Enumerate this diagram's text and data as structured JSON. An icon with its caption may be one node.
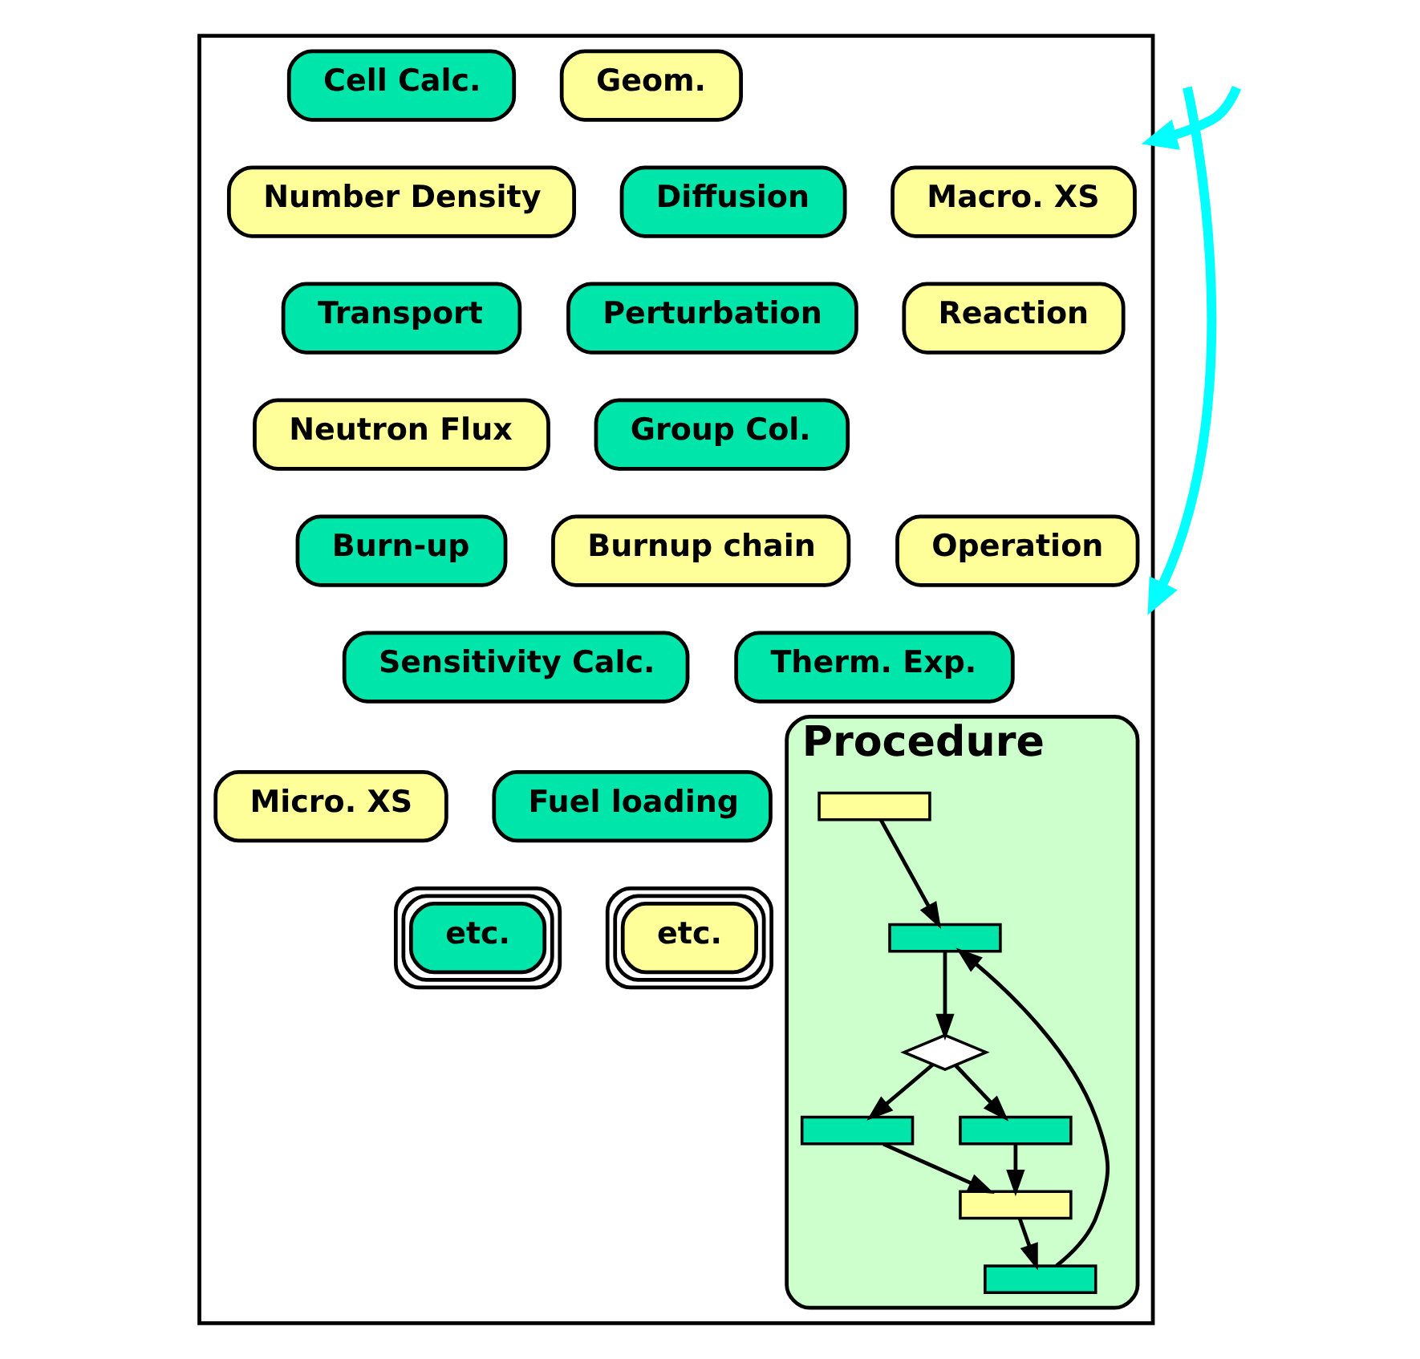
{
  "diagram": {
    "nodes": [
      {
        "text": [],
        "shape": "box"
      },
      {
        "text": [
          "Cell Calc."
        ],
        "in": 0
      },
      {
        "text": [
          "Geom."
        ],
        "in": 0
      },
      {
        "text": [
          "Number Density"
        ],
        "in": 0
      },
      {
        "text": [
          "Diffusion"
        ],
        "in": 0
      },
      {
        "text": [
          "Macro. XS"
        ],
        "in": 0
      },
      {
        "text": [
          "Transport"
        ],
        "in": 0
      },
      {
        "text": [
          "Perturbation"
        ],
        "in": 0
      },
      {
        "text": [
          "Reaction"
        ],
        "in": 0
      },
      {
        "text": [
          "Neutron Flux"
        ],
        "in": 0
      },
      {
        "text": [
          "Group Col."
        ],
        "in": 0
      },
      {
        "text": [
          "Burn-up"
        ],
        "in": 0
      },
      {
        "text": [
          "Burnup chain"
        ],
        "in": 0
      },
      {
        "text": [
          "Operation"
        ],
        "in": 0
      },
      {
        "text": [
          "Sensitivity Calc."
        ],
        "in": 0
      },
      {
        "text": [
          "Therm. Exp."
        ],
        "in": 0
      },
      {
        "text": [
          "Fuel loading"
        ],
        "in": 0
      },
      {
        "text": [
          "Procedure"
        ],
        "in": 0
      },
      {
        "text": [],
        "shape": "box",
        "in": 17
      },
      {
        "text": [],
        "shape": "box",
        "in": 17
      },
      {
        "text": [],
        "shape": "diamond",
        "in": 17
      },
      {
        "text": [],
        "shape": "box",
        "in": 17
      },
      {
        "text": [],
        "shape": "box",
        "in": 17
      },
      {
        "text": [],
        "shape": "box",
        "in": 17
      },
      {
        "text": [],
        "shape": "box",
        "in": 17
      },
      {
        "text": [
          "Micro. XS"
        ],
        "in": 0
      },
      {
        "text": [
          "etc."
        ],
        "in": 0
      },
      {
        "text": [
          "etc."
        ],
        "in": 0
      }
    ],
    "edges": [
      {
        "from": null,
        "to": 0,
        "arrow": "to",
        "color": "#00ffff",
        "style": "thick"
      },
      {
        "from": null,
        "to": 0,
        "arrow": "to",
        "color": "#00ffff",
        "style": "thick"
      },
      {
        "from": 18,
        "to": 19,
        "arrow": "to"
      },
      {
        "from": 19,
        "to": 20,
        "arrow": "to"
      },
      {
        "from": 20,
        "to": 21,
        "arrow": "to"
      },
      {
        "from": 20,
        "to": 22,
        "arrow": "to"
      },
      {
        "from": 21,
        "to": 23,
        "arrow": "to"
      },
      {
        "from": 22,
        "to": 23,
        "arrow": "to"
      },
      {
        "from": 23,
        "to": 24,
        "arrow": "to"
      },
      {
        "from": 24,
        "to": 19,
        "arrow": "to"
      }
    ]
  }
}
